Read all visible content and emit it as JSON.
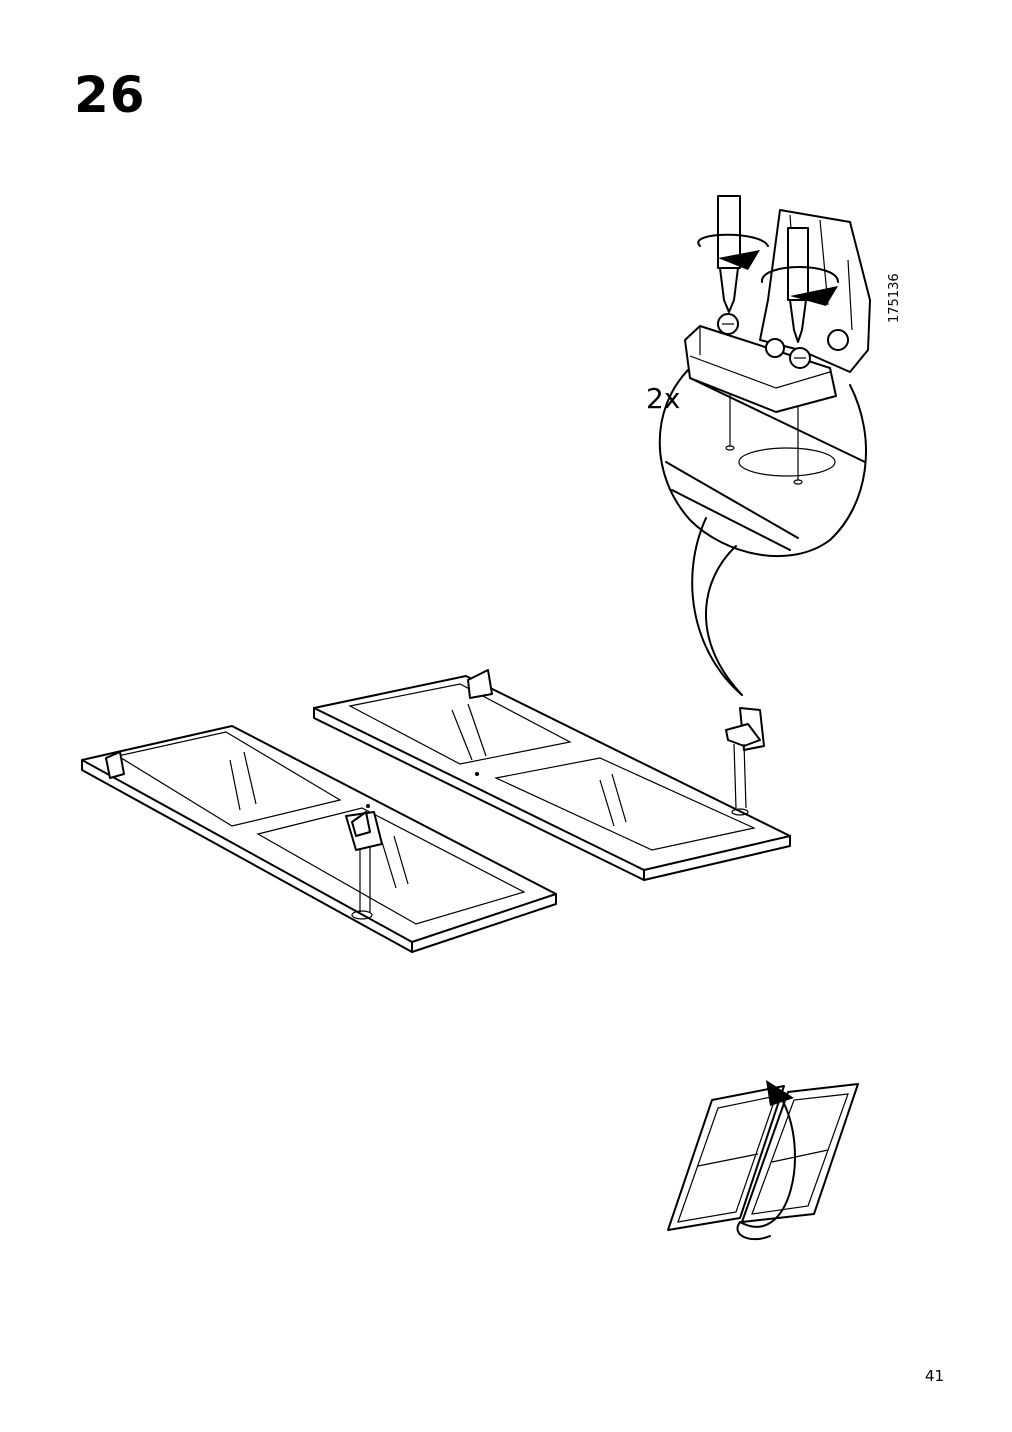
{
  "step": {
    "number": "26"
  },
  "detail": {
    "quantity": "2x",
    "article_code": "175136"
  },
  "footer": {
    "page_number": "41"
  },
  "icons": {
    "hinge_detail": "hinge-screwing-detail-icon",
    "door_panels": "glass-door-panels-icon",
    "flip": "flip-door-over-icon"
  },
  "colors": {
    "ink": "#000000",
    "paper": "#ffffff"
  }
}
